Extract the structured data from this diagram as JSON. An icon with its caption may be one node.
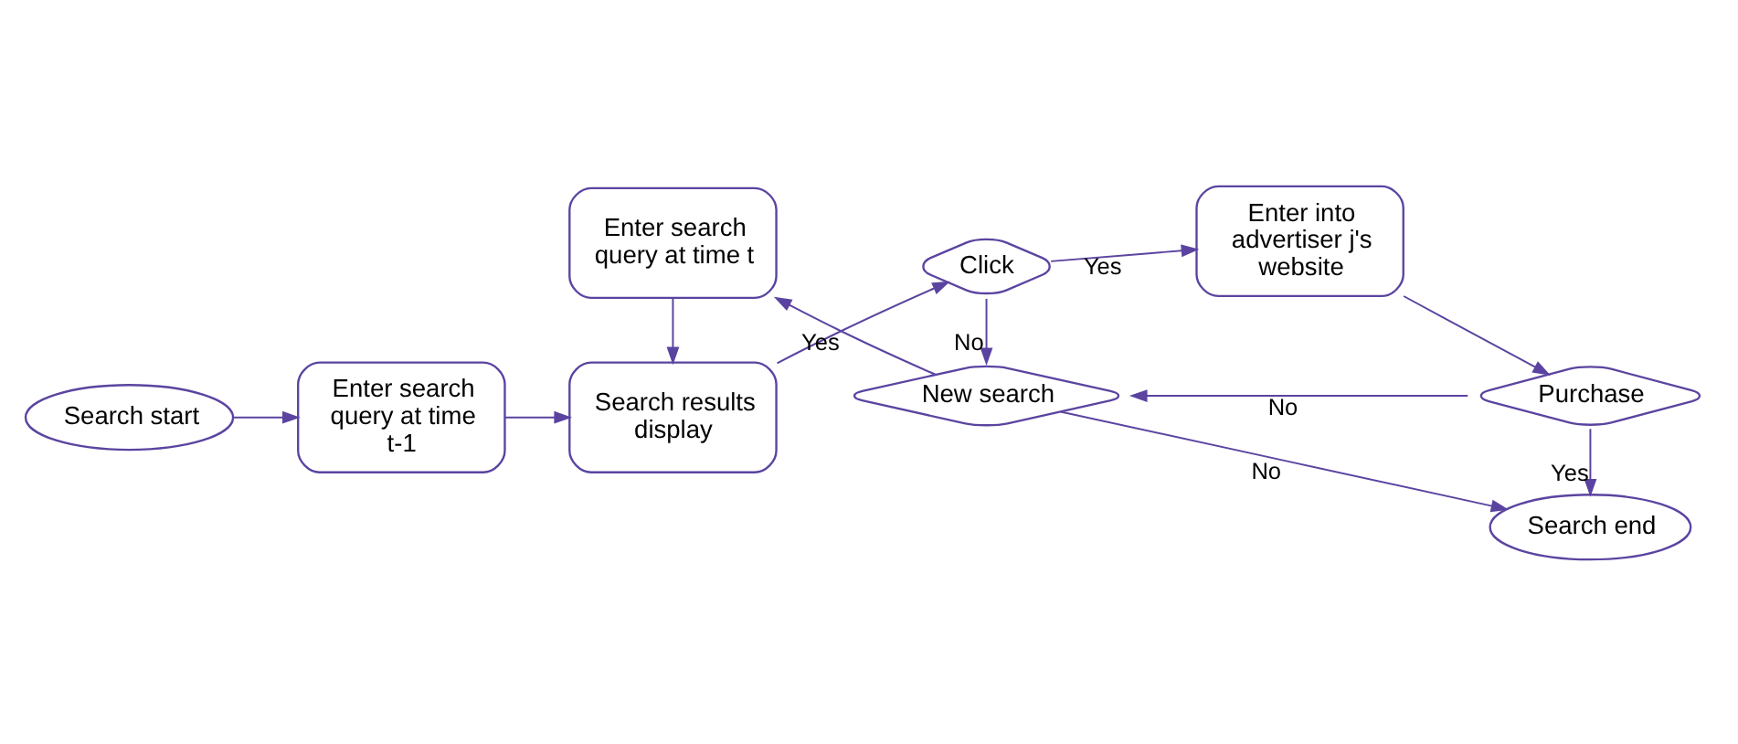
{
  "diagram": {
    "nodes": [
      {
        "text": [
          "Search start"
        ]
      },
      {
        "text": [
          "Enter search query at time t-1"
        ]
      },
      {
        "text": [
          "Search results display"
        ]
      },
      {
        "text": [
          "Click"
        ]
      },
      {
        "text": [
          "Enter into advertiser j's website"
        ]
      },
      {
        "text": [
          "Purchase"
        ]
      },
      {
        "text": [
          "New search"
        ]
      },
      {
        "text": [
          "Enter search query at time t"
        ]
      },
      {
        "text": [
          "Search end"
        ]
      }
    ],
    "edges": [
      {
        "from": 0,
        "to": 1,
        "arrow": "to"
      },
      {
        "from": 1,
        "to": 2,
        "arrow": "to"
      },
      {
        "from": 2,
        "to": 3,
        "arrow": "to"
      },
      {
        "from": 3,
        "to": 4,
        "arrow": "to",
        "label": "Yes"
      },
      {
        "from": 4,
        "to": 5,
        "arrow": "to"
      },
      {
        "from": 3,
        "to": 6,
        "arrow": "to",
        "label": "No"
      },
      {
        "from": 5,
        "to": 6,
        "arrow": "to",
        "label": "No"
      },
      {
        "from": 5,
        "to": 8,
        "arrow": "to",
        "label": "Yes"
      },
      {
        "from": 6,
        "to": 7,
        "arrow": "to",
        "label": "Yes"
      },
      {
        "from": 6,
        "to": 8,
        "arrow": "to",
        "label": "No"
      },
      {
        "from": 7,
        "to": 2,
        "arrow": "to"
      }
    ]
  }
}
